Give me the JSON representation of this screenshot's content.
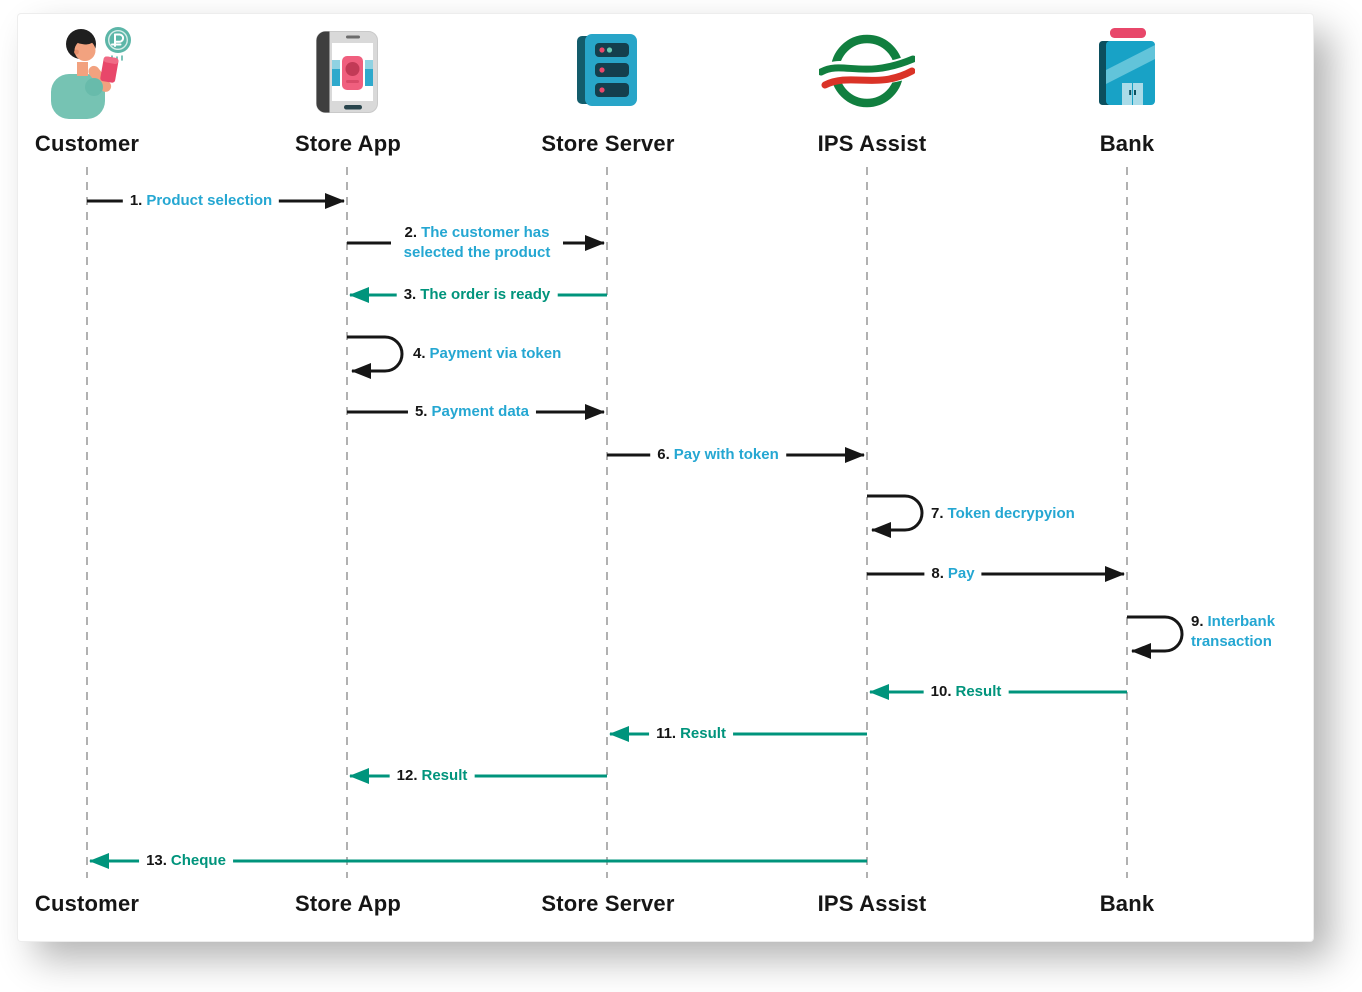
{
  "diagram_type": "sequence-diagram",
  "colors": {
    "message_text_cyan": "#25A7D2",
    "message_text_teal": "#00947C",
    "arrow_black": "#161616",
    "arrow_teal": "#00947C",
    "lifeline_gray": "#B1B1B1",
    "card_background": "#FFFFFF"
  },
  "actors": [
    {
      "id": "customer",
      "label": "Customer",
      "icon": "customer-person-icon"
    },
    {
      "id": "store-app",
      "label": "Store App",
      "icon": "store-app-phone-icon"
    },
    {
      "id": "store-server",
      "label": "Store Server",
      "icon": "server-icon"
    },
    {
      "id": "ips-assist",
      "label": "IPS Assist",
      "icon": "ips-assist-logo-icon"
    },
    {
      "id": "bank",
      "label": "Bank",
      "icon": "bank-building-icon"
    }
  ],
  "messages": [
    {
      "number": "1.",
      "text": "Product selection",
      "from": "customer",
      "to": "store-app",
      "kind": "message",
      "arrow_color": "black",
      "text_color": "cyan"
    },
    {
      "number": "2.",
      "text": "The customer has selected the product",
      "from": "store-app",
      "to": "store-server",
      "kind": "message",
      "arrow_color": "black",
      "text_color": "cyan"
    },
    {
      "number": "3.",
      "text": "The order is ready",
      "from": "store-server",
      "to": "store-app",
      "kind": "message",
      "arrow_color": "teal",
      "text_color": "teal"
    },
    {
      "number": "4.",
      "text": "Payment via token",
      "from": "store-app",
      "to": "store-app",
      "kind": "self",
      "arrow_color": "black",
      "text_color": "cyan"
    },
    {
      "number": "5.",
      "text": "Payment data",
      "from": "store-app",
      "to": "store-server",
      "kind": "message",
      "arrow_color": "black",
      "text_color": "cyan"
    },
    {
      "number": "6.",
      "text": "Pay with token",
      "from": "store-server",
      "to": "ips-assist",
      "kind": "message",
      "arrow_color": "black",
      "text_color": "cyan"
    },
    {
      "number": "7.",
      "text": "Token decrypyion",
      "from": "ips-assist",
      "to": "ips-assist",
      "kind": "self",
      "arrow_color": "black",
      "text_color": "cyan"
    },
    {
      "number": "8.",
      "text": "Pay",
      "from": "ips-assist",
      "to": "bank",
      "kind": "message",
      "arrow_color": "black",
      "text_color": "cyan"
    },
    {
      "number": "9.",
      "text": "Interbank transaction",
      "from": "bank",
      "to": "bank",
      "kind": "self",
      "arrow_color": "black",
      "text_color": "cyan"
    },
    {
      "number": "10.",
      "text": "Result",
      "from": "bank",
      "to": "ips-assist",
      "kind": "message",
      "arrow_color": "teal",
      "text_color": "teal"
    },
    {
      "number": "11.",
      "text": "Result",
      "from": "ips-assist",
      "to": "store-server",
      "kind": "message",
      "arrow_color": "teal",
      "text_color": "teal"
    },
    {
      "number": "12.",
      "text": "Result",
      "from": "store-server",
      "to": "store-app",
      "kind": "message",
      "arrow_color": "teal",
      "text_color": "teal"
    },
    {
      "number": "13.",
      "text": "Cheque",
      "from": "ips-assist",
      "to": "customer",
      "kind": "message",
      "arrow_color": "teal",
      "text_color": "teal"
    }
  ]
}
